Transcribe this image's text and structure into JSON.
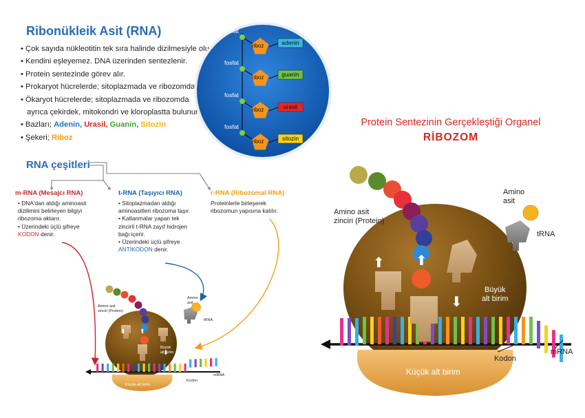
{
  "header": {
    "title": "Ribonükleik Asit (RNA)"
  },
  "bullets": [
    "Çok sayıda nükleotitin tek sıra halinde dizilmesiyle oluşur.",
    "Kendini eşleyemez. DNA üzerinden sentezlenir.",
    "Protein sentezinde görev alır.",
    "Prokaryot hücrelerde; sitoplazmada ve ribozomda",
    "Ökaryot hücrelerde; sitoplazmada ve ribozomda",
    "ayrıca çekirdek, mitokondri ve kloroplastta bulunur."
  ],
  "bases_line": {
    "prefix": "Bazları;",
    "adenin": "Adenin,",
    "urasil": "Urasil,",
    "guanin": "Guanin,",
    "sitozin": "Sitozin"
  },
  "sugar_line": {
    "prefix": "Şekeri;",
    "riboz": "Riboz"
  },
  "nucleotide_diagram": {
    "phosphate_label": "fosfat",
    "sugar_label": "riboz",
    "bases": [
      {
        "label": "adenin",
        "color": "#37b6e6"
      },
      {
        "label": "guanin",
        "color": "#6cc24a"
      },
      {
        "label": "urasil",
        "color": "#e3262a"
      },
      {
        "label": "sitozin",
        "color": "#f7d21a"
      }
    ],
    "circle_color": "#1565c0",
    "sugar_color": "#f7941d",
    "phosphate_color": "#7ccf3b"
  },
  "rna_types": {
    "title": "RNA çeşitleri",
    "mrna": {
      "title": "m-RNA (Mesajcı RNA)",
      "color": "#c8252b",
      "lines": [
        "• DNA'dan aldığı aminoasit",
        "dizilimini belirleyen bilgiyi",
        "ribozoma aktarır.",
        "• Üzerindeki üçlü şifreye"
      ],
      "kodon": "KODON",
      "kodon_suffix": " denir."
    },
    "trna": {
      "title": "t-RNA (Taşıyıcı RNA)",
      "color": "#1a62b0",
      "lines": [
        "• Sitoplazmadan aldığı",
        "aminoasitleri ribozoma taşır.",
        "• Katlanmalar yapan tek",
        "zincirli t-RNA  zayıf hidrojen",
        "bağı içerir.",
        "• Üzerindeki üçlü şifreye"
      ],
      "antikodon": "ANTİKODON",
      "antikodon_suffix": " denir."
    },
    "rrna": {
      "title": "r-RNA (Ribozomal RNA)",
      "color": "#f39c12",
      "lines": [
        "Proteinlerle birleşerek",
        "ribozomun yapısına katılır."
      ]
    }
  },
  "organelle": {
    "title": "Protein Sentezinin Gerçekleştiği Organel",
    "name": "RİBOZOM",
    "amino_chain_label": [
      "Amino asit",
      "zinciri (Protein)"
    ],
    "amino_acid_label": [
      "Amino",
      "asit"
    ],
    "trna_label": "tRNA",
    "big_unit_label": [
      "Büyük",
      "alt birim"
    ],
    "small_unit_label": "Küçük alt birim",
    "codon_label": "Kodon",
    "mrna_label": "mRNA"
  },
  "small_ribosome": {
    "amino_chain_label": [
      "Amino asit",
      "zinciri (Protein)"
    ],
    "amino_acid_label": [
      "Amino",
      "asit"
    ],
    "trna_label": "tRNA",
    "big_unit_label": [
      "Büyük",
      "alt birim"
    ],
    "small_unit_label": "Küçük alt birim",
    "codon_label": "Kodon",
    "mrna_label": "mRNA"
  },
  "colors": {
    "title_blue": "#2a6cb5",
    "ribosome_dark": "#6b4a12",
    "ribosome_light": "#d9a54a",
    "small_unit": "#e8a94c",
    "bead_colors": [
      "#b9a94a",
      "#5b8a2a",
      "#e94f35",
      "#e8313a",
      "#8a1f5b",
      "#5a3e9e",
      "#2f3f9a",
      "#2f8ad6",
      "#ef5a2a"
    ]
  }
}
